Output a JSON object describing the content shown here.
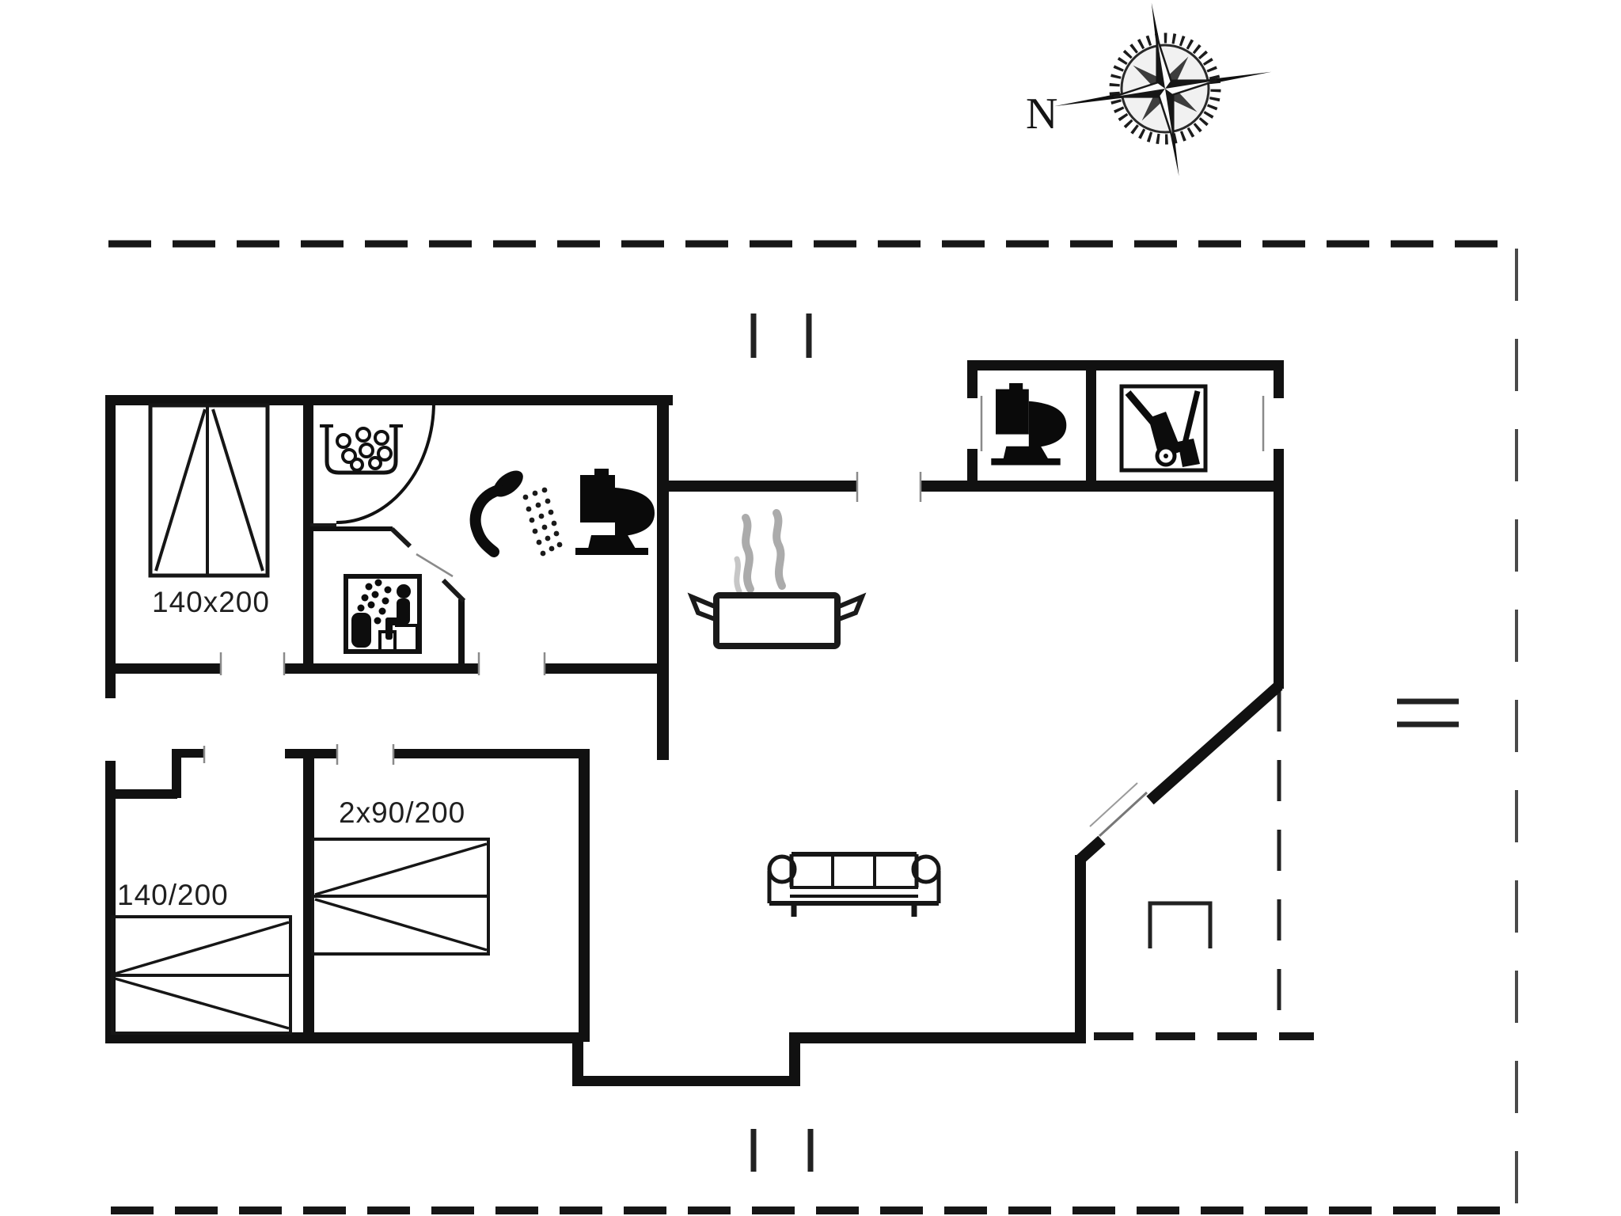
{
  "title": "summer-house floor plan",
  "compass": {
    "label": "N"
  },
  "labels": {
    "bed_top": "140x200",
    "bed_mid": "2x90/200",
    "bed_left": "140/200"
  },
  "icons": [
    "compass-rose-icon",
    "double-bed-icon",
    "sauna-stones-icon",
    "sauna-icon",
    "shower-icon",
    "toilet-icon",
    "cooking-pot-icon",
    "steam-icon",
    "annex-toilet-icon",
    "cleaning-equipment-icon",
    "sofa-icon",
    "single-bed-icon",
    "double-bed-2x90-icon",
    "grill-icon"
  ],
  "colors": {
    "wall": "#111111",
    "thin_line": "#1a1a1a",
    "door_line": "#8a8a8a",
    "steam": "#ababab",
    "boundary": "#1a1a1a",
    "boundary_right": "#4a4a4a",
    "background": "#ffffff",
    "label": "#1f1f1f"
  }
}
